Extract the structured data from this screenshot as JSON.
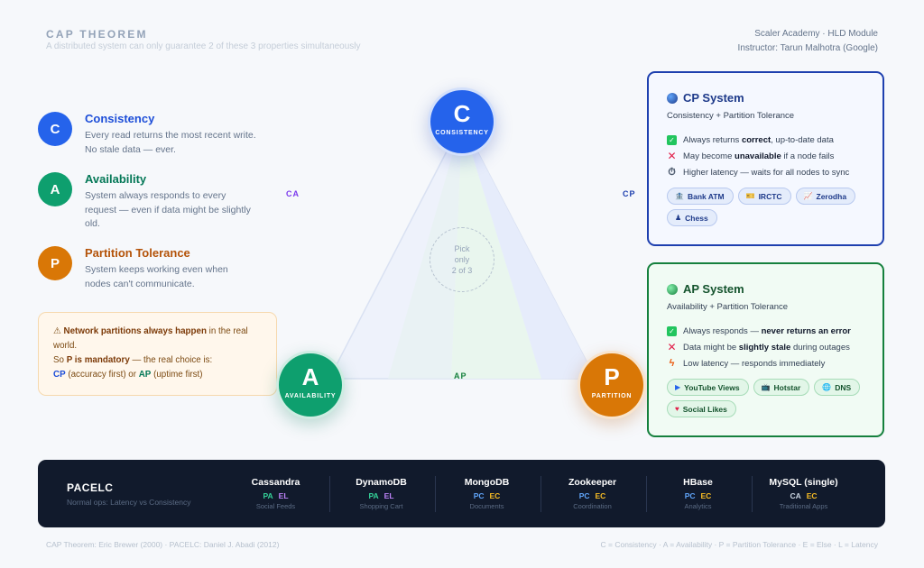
{
  "header": {
    "title": "CAP THEOREM",
    "subtitle": "A distributed system can only guarantee 2 of these 3 properties simultaneously",
    "meta_line1": "Scaler Academy · HLD Module",
    "meta_line2": "Instructor: Tarun Malhotra (Google)"
  },
  "properties": [
    {
      "letter": "C",
      "name": "Consistency",
      "desc": "Every read returns the most recent write. No stale data — ever.",
      "color": "#2563eb"
    },
    {
      "letter": "A",
      "name": "Availability",
      "desc": "System always responds to every request — even if data might be slightly old.",
      "color": "#0e9f6e"
    },
    {
      "letter": "P",
      "name": "Partition Tolerance",
      "desc": "System keeps working even when nodes can't communicate.",
      "color": "#d97706"
    }
  ],
  "note": {
    "icon": "warning-icon",
    "l1_bold": "Network partitions always happen",
    "l1_rest": " in the real",
    "l2": "world.",
    "l3_pre": "So ",
    "l3_bold": "P is mandatory",
    "l3_rest": " — the real choice is:",
    "l4_cp": "CP",
    "l4_cp_rest": " (accuracy first)  or  ",
    "l4_ap": "AP",
    "l4_ap_rest": " (uptime first)"
  },
  "triangle": {
    "vertices": {
      "c": {
        "letter": "C",
        "label": "CONSISTENCY",
        "color": "#2563eb"
      },
      "a": {
        "letter": "A",
        "label": "AVAILABILITY",
        "color": "#0e9f6e"
      },
      "p": {
        "letter": "P",
        "label": "PARTITION",
        "color": "#d97706"
      }
    },
    "edge_ca": "CA",
    "edge_cp": "CP",
    "edge_ap": "AP",
    "pick_l1": "Pick",
    "pick_l2": "only",
    "pick_l3": "2 of 3"
  },
  "cp_system": {
    "title": "CP System",
    "subtitle": "Consistency + Partition Tolerance",
    "lines": [
      {
        "icon": "check-icon",
        "pre": "Always returns ",
        "bold": "correct",
        "post": ", up-to-date data"
      },
      {
        "icon": "cross-icon",
        "pre": "May become ",
        "bold": "unavailable",
        "post": " if a node fails"
      },
      {
        "icon": "clock-icon",
        "pre": "Higher latency — waits for all nodes to sync",
        "bold": "",
        "post": ""
      }
    ],
    "tags": [
      {
        "icon": "bank-icon",
        "glyph": "🏦",
        "label": "Bank ATM"
      },
      {
        "icon": "ticket-icon",
        "glyph": "🎫",
        "label": "IRCTC"
      },
      {
        "icon": "chart-icon",
        "glyph": "📈",
        "label": "Zerodha"
      },
      {
        "icon": "chess-icon",
        "glyph": "♟",
        "label": "Chess"
      }
    ]
  },
  "ap_system": {
    "title": "AP System",
    "subtitle": "Availability + Partition Tolerance",
    "lines": [
      {
        "icon": "check-icon",
        "pre": "Always responds — ",
        "bold": "never returns an error",
        "post": ""
      },
      {
        "icon": "cross-icon",
        "pre": "Data might be ",
        "bold": "slightly stale",
        "post": " during outages"
      },
      {
        "icon": "bolt-icon",
        "pre": "Low latency — responds immediately",
        "bold": "",
        "post": ""
      }
    ],
    "tags": [
      {
        "icon": "play-icon",
        "glyph": "▶",
        "label": "YouTube Views"
      },
      {
        "icon": "tv-icon",
        "glyph": "📺",
        "label": "Hotstar"
      },
      {
        "icon": "globe-icon",
        "glyph": "🌐",
        "label": "DNS"
      },
      {
        "icon": "heart-icon",
        "glyph": "♥",
        "label": "Social Likes"
      }
    ]
  },
  "pacelc": {
    "title": "PACELC",
    "subtitle": "Normal ops: Latency vs Consistency",
    "databases": [
      {
        "name": "Cassandra",
        "code1": "PA",
        "code2": "EL",
        "use": "Social Feeds"
      },
      {
        "name": "DynamoDB",
        "code1": "PA",
        "code2": "EL",
        "use": "Shopping Cart"
      },
      {
        "name": "MongoDB",
        "code1": "PC",
        "code2": "EC",
        "use": "Documents"
      },
      {
        "name": "Zookeeper",
        "code1": "PC",
        "code2": "EC",
        "use": "Coordination"
      },
      {
        "name": "HBase",
        "code1": "PC",
        "code2": "EC",
        "use": "Analytics"
      },
      {
        "name": "MySQL (single)",
        "code1": "CA",
        "code2": "EC",
        "use": "Traditional Apps"
      }
    ],
    "code_colors": {
      "PA": "#34d399",
      "EL": "#c084fc",
      "PC": "#60a5fa",
      "EC": "#fbbf24",
      "CA": "#cbd5e1"
    }
  },
  "footer": {
    "left": "CAP Theorem: Eric Brewer (2000) · PACELC: Daniel J. Abadi (2012)",
    "right": "C = Consistency · A = Availability · P = Partition Tolerance · E = Else · L = Latency"
  }
}
